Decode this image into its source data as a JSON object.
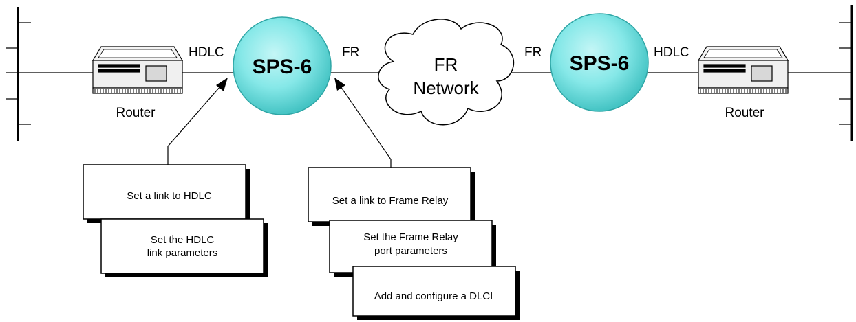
{
  "colors": {
    "node_fill": "#7fe6e6",
    "node_stroke": "#2fa6a6",
    "line": "#000000",
    "box_fill": "#ffffff",
    "router_fill": "#f2f2f2"
  },
  "left_router": {
    "label": "Router",
    "icon": "router-icon"
  },
  "right_router": {
    "label": "Router",
    "icon": "router-icon"
  },
  "left_node": {
    "label": "SPS-6"
  },
  "right_node": {
    "label": "SPS-6"
  },
  "cloud": {
    "line1": "FR",
    "line2": "Network",
    "icon": "cloud-icon"
  },
  "link_labels": {
    "left_hdlc": "HDLC",
    "left_fr": "FR",
    "right_fr": "FR",
    "right_hdlc": "HDLC"
  },
  "hdlc_steps": {
    "step1": "Set a link to HDLC",
    "step2_line1": "Set the HDLC",
    "step2_line2": "link parameters"
  },
  "fr_steps": {
    "step1": "Set a link to Frame Relay",
    "step2_line1": "Set the Frame Relay",
    "step2_line2": "port parameters",
    "step3": "Add and configure a DLCI"
  }
}
